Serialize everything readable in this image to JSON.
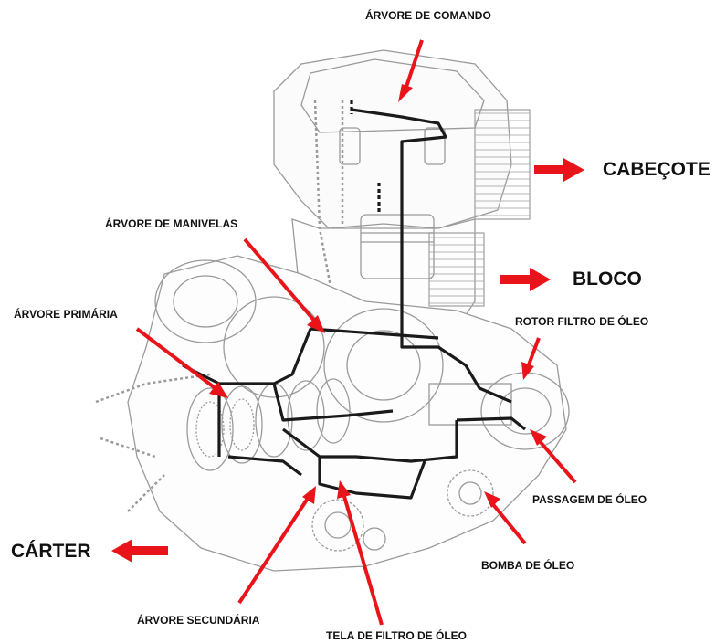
{
  "colors": {
    "arrow": "#e8141a",
    "oil_path": "#1a1a1a",
    "engine_outline": "#9a9a9a",
    "background": "#ffffff"
  },
  "labels": {
    "camshaft": "ÁRVORE DE COMANDO",
    "cylinder_head": "CABEÇOTE",
    "crankshaft": "ÁRVORE DE MANIVELAS",
    "block": "BLOCO",
    "primary_shaft": "ÁRVORE PRIMÁRIA",
    "oil_filter_rotor": "ROTOR FILTRO DE ÓLEO",
    "oil_passage": "PASSAGEM DE ÓLEO",
    "crankcase": "CÁRTER",
    "oil_pump": "BOMBA DE ÓLEO",
    "secondary_shaft": "ÁRVORE SECUNDÁRIA",
    "oil_filter_screen": "TELA DE FILTRO DE ÓLEO"
  }
}
